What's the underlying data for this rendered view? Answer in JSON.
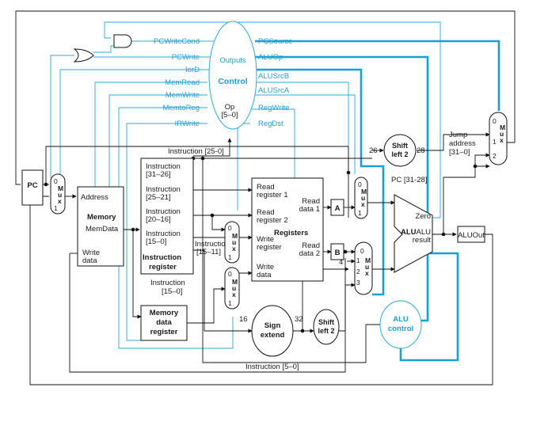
{
  "control_signals": {
    "pcwritecond": "PCWriteCond",
    "pcwrite": "PCWrite",
    "iord": "IorD",
    "memread": "MemRead",
    "memwrite": "MemWrite",
    "memtoreg": "MemtoReg",
    "irwrite": "IRWrite",
    "pcsource": "PCSource",
    "aluop": "ALUOp",
    "alusrcb": "ALUSrcB",
    "alusrca": "ALUSrcA",
    "regwrite": "RegWrite",
    "regdst": "RegDst"
  },
  "control_unit": {
    "outputs": "Outputs",
    "title": "Control",
    "op": "Op",
    "op_bits": "[5–0]"
  },
  "pc": "PC",
  "memory": {
    "address": "Address",
    "title": "Memory",
    "memdata": "MemData",
    "write": "Write",
    "data": "data"
  },
  "instruction_register": {
    "f1a": "Instruction",
    "f1b": "[31–26]",
    "f2a": "Instruction",
    "f2b": "[25–21]",
    "f3a": "Instruction",
    "f3b": "[20–16]",
    "f4a": "Instruction",
    "f4b": "[15–0]",
    "title1": "Instruction",
    "title2": "register"
  },
  "mdr": {
    "l1": "Memory",
    "l2": "data",
    "l3": "register"
  },
  "labels": {
    "instr_25_0": "Instruction [25-0]",
    "instr_15_11a": "Instruction",
    "instr_15_11b": "[15–11]",
    "instr_15_0a": "Instruction",
    "instr_15_0b": "[15–0]",
    "instr_5_0": "Instruction [5–0]",
    "w26": "26",
    "w28": "28",
    "w16": "16",
    "w32": "32",
    "w4": "4",
    "pc_31_28": "PC [31-28]",
    "jump1": "Jump",
    "jump2": "address",
    "jump3": "[31–0]"
  },
  "registers": {
    "rr1a": "Read",
    "rr1b": "register 1",
    "rr2a": "Read",
    "rr2b": "register 2",
    "title": "Registers",
    "wra": "Write",
    "wrb": "register",
    "wda": "Write",
    "wdb": "data",
    "rd1a": "Read",
    "rd1b": "data 1",
    "rd2a": "Read",
    "rd2b": "data 2"
  },
  "reg_a": "A",
  "reg_b": "B",
  "shift_left_2": "Shift",
  "shift_left_2b": "left 2",
  "sign_extend": {
    "l1": "Sign",
    "l2": "extend"
  },
  "alu": {
    "title": "ALU",
    "zero": "Zero",
    "result1": "ALU",
    "result2": "result"
  },
  "alu_out": "ALUOut",
  "alu_control": {
    "l1": "ALU",
    "l2": "control"
  },
  "mux": {
    "m": "M",
    "u": "u",
    "x": "x",
    "in0": "0",
    "in1": "1",
    "in2": "2",
    "in3": "3"
  }
}
